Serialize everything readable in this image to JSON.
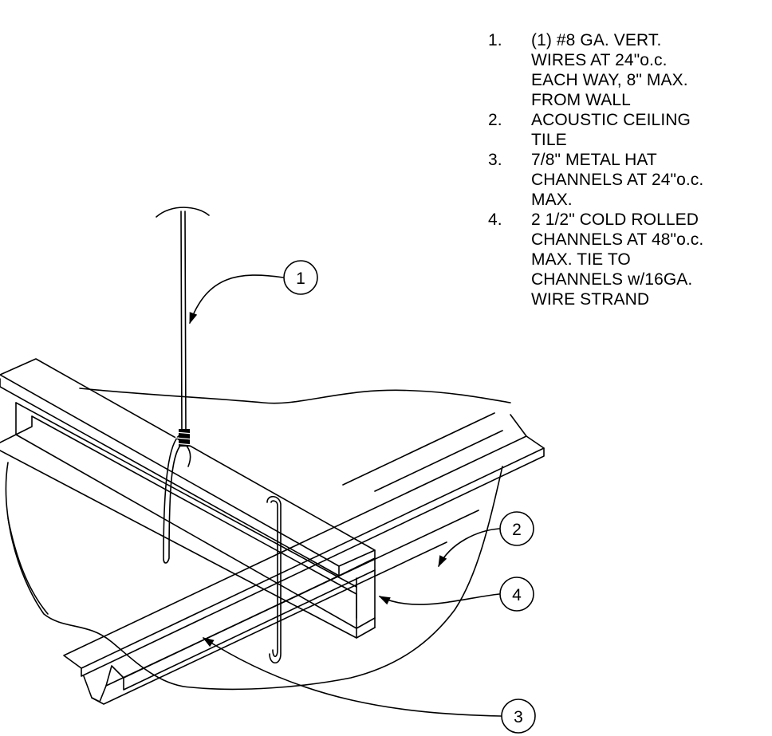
{
  "notes": [
    {
      "num": "1.",
      "text": "(1) #8 GA. VERT.\nWIRES  AT 24\"o.c.\nEACH WAY, 8\" MAX.\nFROM WALL"
    },
    {
      "num": "2.",
      "text": "ACOUSTIC CEILING\nTILE"
    },
    {
      "num": "3.",
      "text": "7/8\" METAL HAT\nCHANNELS AT 24\"o.c.\nMAX."
    },
    {
      "num": "4.",
      "text": "2 1/2\" COLD ROLLED\nCHANNELS AT 48\"o.c.\nMAX. TIE TO\nCHANNELS w/16GA.\nWIRE STRAND"
    }
  ],
  "callouts": [
    "1",
    "2",
    "3",
    "4"
  ]
}
